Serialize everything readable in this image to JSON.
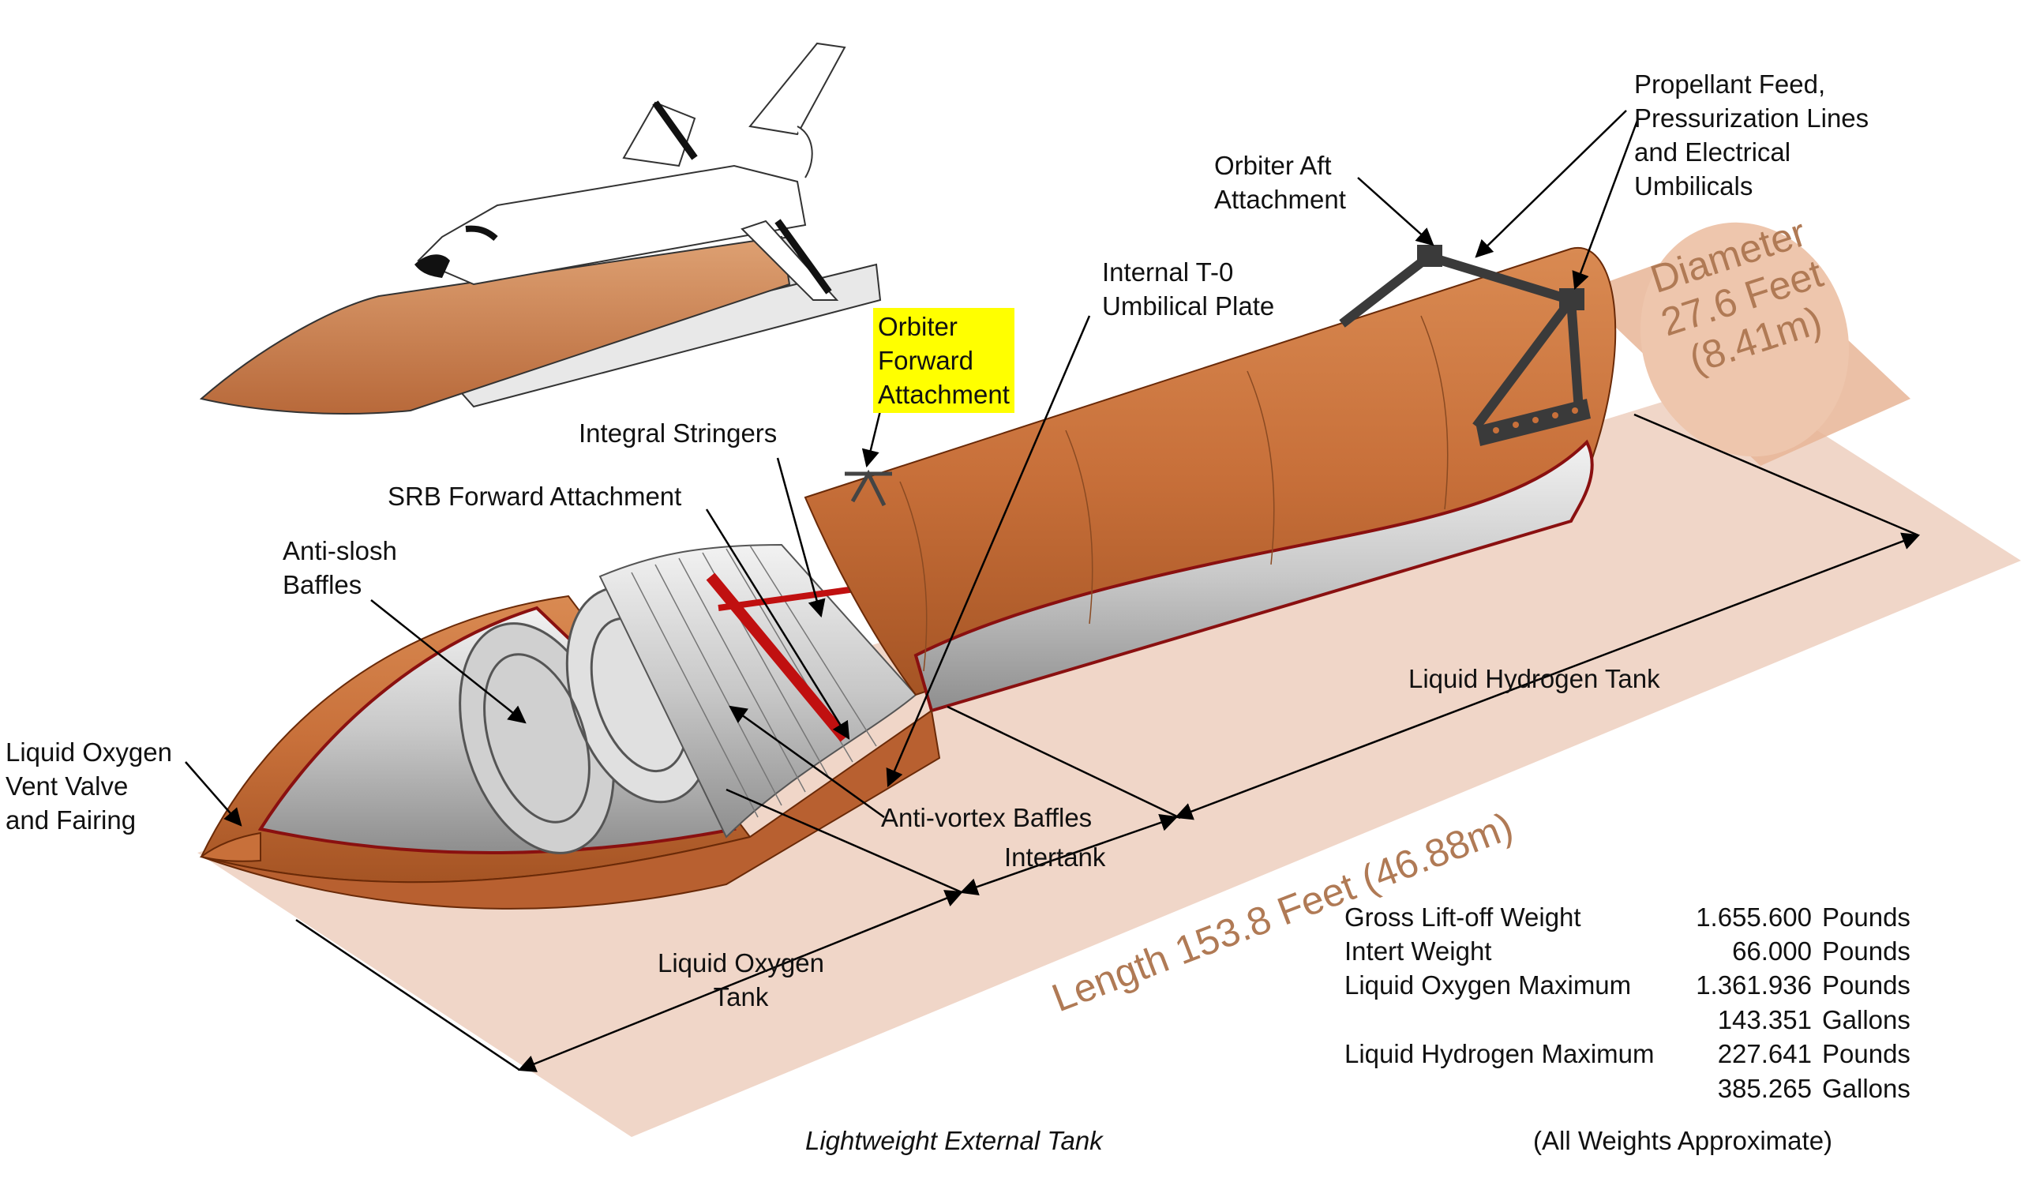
{
  "labels": {
    "propellant_feed": "Propellant Feed,\nPressurization Lines\nand Electrical\nUmbilicals",
    "orbiter_aft": "Orbiter Aft\nAttachment",
    "internal_t0": "Internal T-0\nUmbilical Plate",
    "orbiter_forward": "Orbiter\nForward\nAttachment",
    "integral_stringers": "Integral Stringers",
    "srb_forward": "SRB Forward Attachment",
    "anti_slosh": "Anti-slosh\nBaffles",
    "lox_vent": "Liquid Oxygen\nVent Valve\nand Fairing",
    "anti_vortex": "Anti-vortex Baffles",
    "intertank": "Intertank",
    "lh2_tank": "Liquid Hydrogen Tank",
    "lox_tank": "Liquid Oxygen\nTank"
  },
  "dimensions": {
    "diameter": "Diameter\n27.6 Feet\n(8.41m)",
    "length": "Length 153.8 Feet (46.88m)"
  },
  "specs": {
    "rows": [
      {
        "label": "Gross Lift-off Weight",
        "value": "1.655.600",
        "unit": "Pounds"
      },
      {
        "label": "Intert Weight",
        "value": "66.000",
        "unit": "Pounds"
      },
      {
        "label": "Liquid Oxygen Maximum",
        "value": "1.361.936",
        "unit": "Pounds"
      },
      {
        "label": "",
        "value": "143.351",
        "unit": "Gallons"
      },
      {
        "label": "Liquid Hydrogen Maximum",
        "value": "227.641",
        "unit": "Pounds"
      },
      {
        "label": "",
        "value": "385.265",
        "unit": "Gallons"
      }
    ]
  },
  "captions": {
    "title": "Lightweight External Tank",
    "note": "(All Weights Approximate)"
  },
  "colors": {
    "tank": "#c8703a",
    "tank_dark": "#8a3e12",
    "ground": "#f0d6c8",
    "highlight": "#ffff00",
    "dimension_text": "#b07a55"
  }
}
